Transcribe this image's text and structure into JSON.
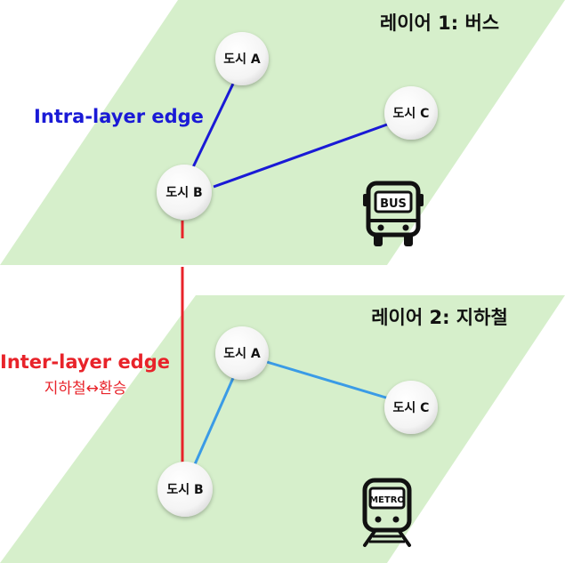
{
  "colors": {
    "plane_fill": "#d6efcb",
    "intra_edge_bus": "#1a1ad6",
    "intra_edge_metro": "#3a9be6",
    "inter_edge": "#e8232a",
    "node_fill": "#ffffff"
  },
  "layers": [
    {
      "title": "레이어 1: 버스",
      "icon": "bus-icon",
      "icon_text": "BUS",
      "nodes": {
        "a": "도시 A",
        "b": "도시 B",
        "c": "도시 C"
      }
    },
    {
      "title": "레이어 2: 지하철",
      "icon": "metro-icon",
      "icon_text": "METRO",
      "nodes": {
        "a": "도시 A",
        "b": "도시 B",
        "c": "도시 C"
      }
    }
  ],
  "annotations": {
    "intra_label": "Intra-layer edge",
    "inter_label": "Inter-layer edge",
    "inter_sublabel": "지하철↔환승"
  }
}
